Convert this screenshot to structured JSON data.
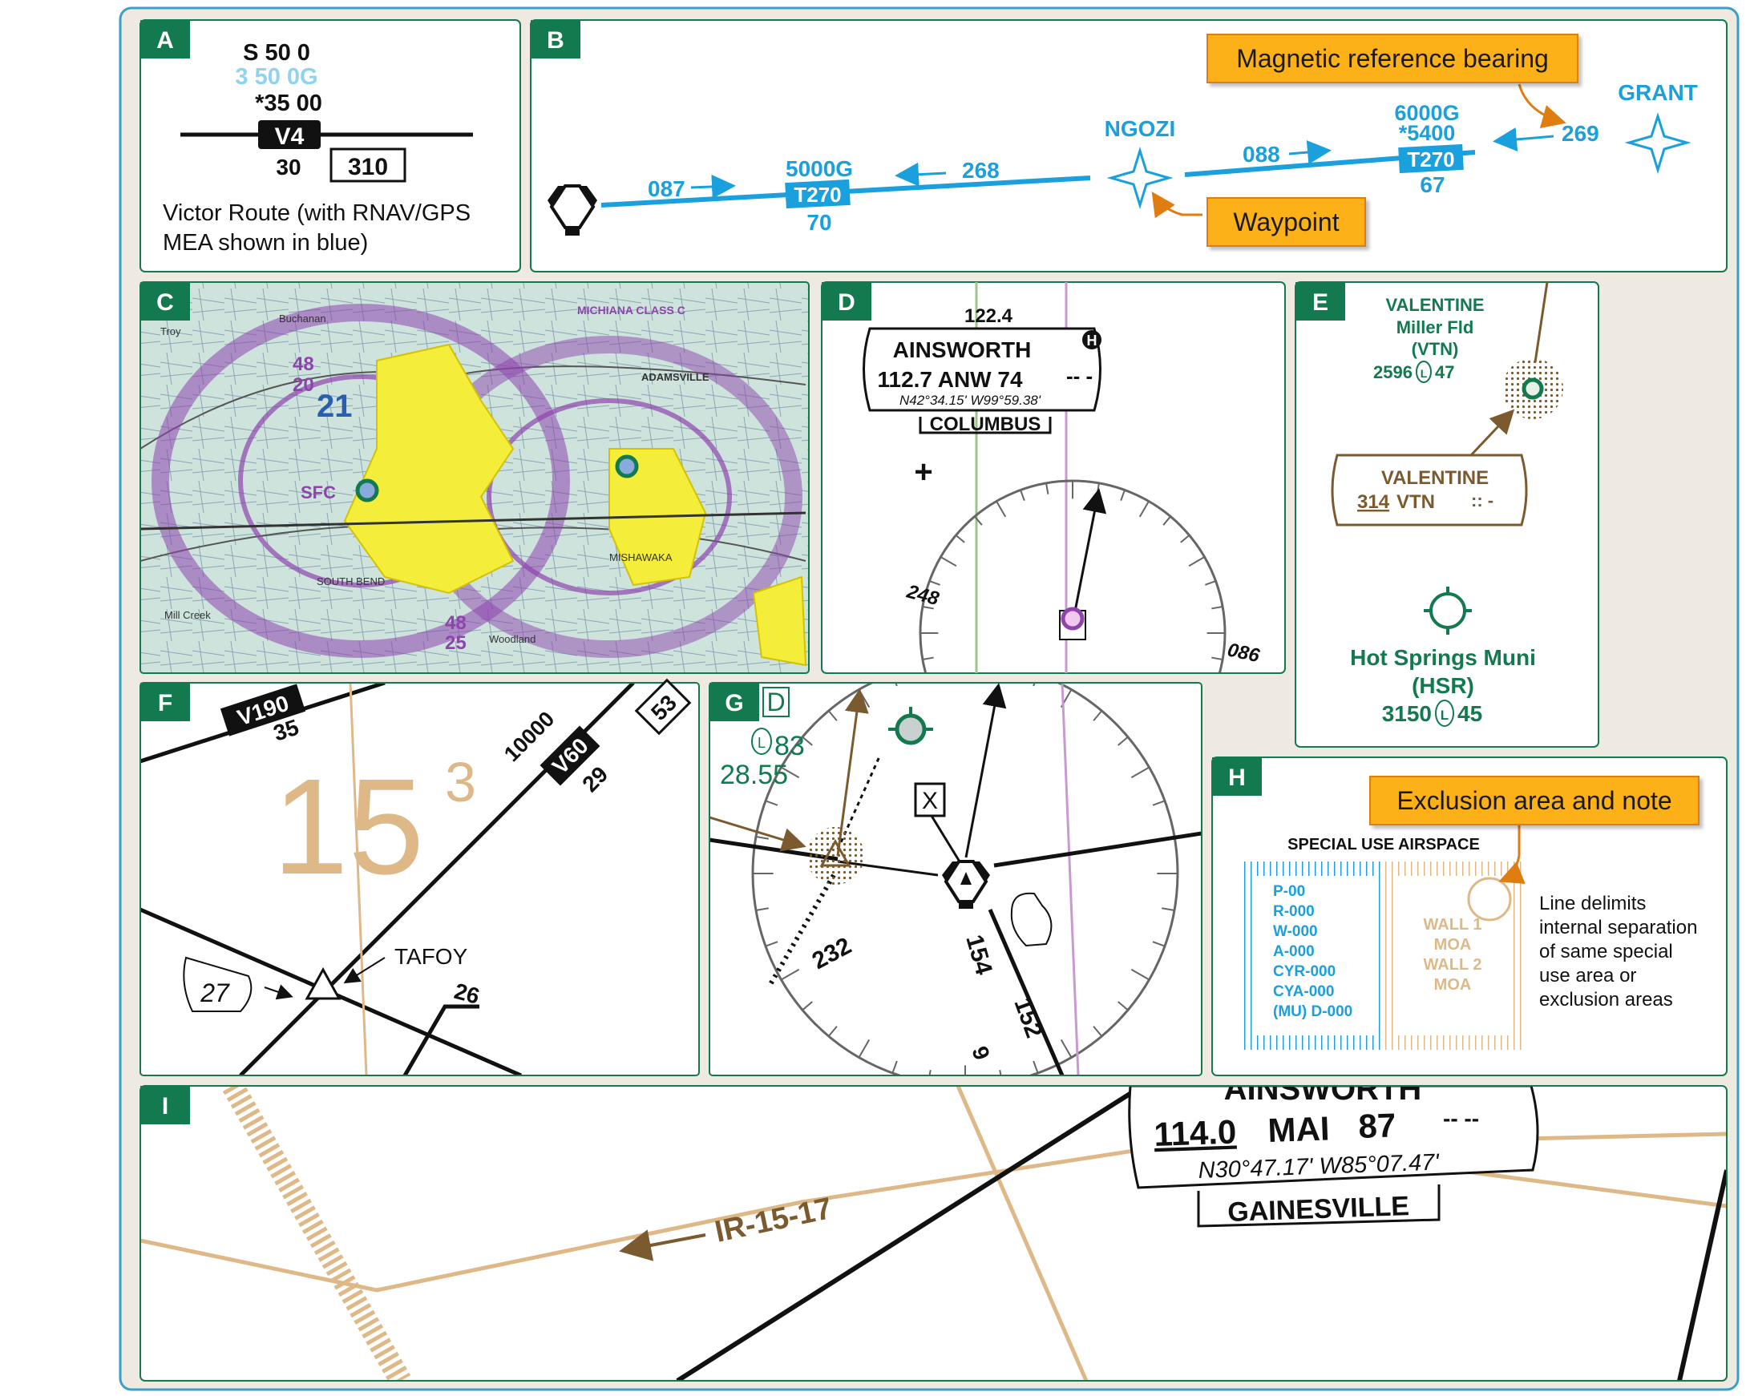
{
  "colors": {
    "frame": "#3aa0c8",
    "panel_border": "#127a4e",
    "route_blue": "#1aa0dc",
    "airport_green": "#127a4e",
    "tan": "#deb887",
    "brown": "#7a5a2e",
    "callout": "#fbb117",
    "sua_blue": "#1aa0dc",
    "sua_tan": "#deb887"
  },
  "panels": {
    "a": "A",
    "b": "B",
    "c": "C",
    "d": "D",
    "e": "E",
    "f": "F",
    "g": "G",
    "h": "H",
    "i": "I"
  },
  "a": {
    "mea1": "S 50 0",
    "mea2": "3 50 0G",
    "mea3": "*35 00",
    "route": "V4",
    "bearing": "30",
    "box": "310",
    "caption1": "Victor Route (with RNAV/GPS",
    "caption2": "MEA shown in blue)"
  },
  "b": {
    "callout_bearing": "Magnetic reference bearing",
    "callout_waypoint": "Waypoint",
    "ngozi": "NGOZI",
    "grant": "GRANT",
    "leg1_out": "087",
    "leg1_in": "268",
    "leg1_mea": "5000G",
    "leg1_route": "T270",
    "leg1_dist": "70",
    "leg2_out": "088",
    "leg2_in": "269",
    "leg2_mea": "6000G",
    "leg2_mea2": "*5400",
    "leg2_route": "T270",
    "leg2_dist": "67"
  },
  "c": {
    "label1": "MICHIANA CLASS C",
    "label2": "ADAMSVILLE",
    "label3": "SOUTH BEND",
    "label4": "MISHAWAKA",
    "label5": "SFC",
    "label6": "21",
    "label7": "48",
    "label8": "20",
    "label9": "48",
    "label10": "25",
    "label11": "Woodland",
    "label12": "Troy",
    "label13": "Buchanan",
    "label14": "Mill Creek"
  },
  "d": {
    "freq": "122.4",
    "name": "AINSWORTH",
    "navaid": "112.7 ANW 74",
    "coords": "N42°34.15' W99°59.38'",
    "fss": "COLUMBUS",
    "h": "H",
    "bearing_left": "248",
    "bearing_right": "086"
  },
  "e": {
    "name": "VALENTINE",
    "field": "Miller Fld",
    "id": "(VTN)",
    "elev": "2596",
    "l": "L",
    "rwy": "47",
    "box_name": "VALENTINE",
    "box_freq": "314",
    "box_id": "VTN",
    "name2": "Hot Springs Muni",
    "id2": "(HSR)",
    "elev2": "3150",
    "rwy2": "45"
  },
  "f": {
    "route1": "V190",
    "route1_mea": "35",
    "route2": "V60",
    "route2_alt": "10000",
    "route2_dist": "29",
    "box1": "53",
    "grid": "15",
    "grid_sup": "3",
    "fix": "TAFOY",
    "fix_bearing": "27",
    "dist": "26"
  },
  "g": {
    "d": "D",
    "l": "L",
    "elev": "83",
    "alt": "28.55",
    "x": "X",
    "b232": "232",
    "b154": "154",
    "b152": "152",
    "b9": "9"
  },
  "h": {
    "callout": "Exclusion area and note",
    "title": "SPECIAL USE AIRSPACE",
    "items": [
      "P-00",
      "R-000",
      "W-000",
      "A-000",
      "CYR-000",
      "CYA-000",
      "(MU) D-000"
    ],
    "wall1": "WALL 1",
    "moa1": "MOA",
    "wall2": "WALL 2",
    "moa2": "MOA",
    "note": [
      "Line delimits",
      "internal separation",
      "of same special",
      "use area or",
      "exclusion areas"
    ]
  },
  "i": {
    "name": "AINSWORTH",
    "freq": "114.0",
    "id": "MAI",
    "ch": "87",
    "coords": "N30°47.17' W85°07.47'",
    "fss": "GAINESVILLE",
    "route": "IR-15-17"
  }
}
